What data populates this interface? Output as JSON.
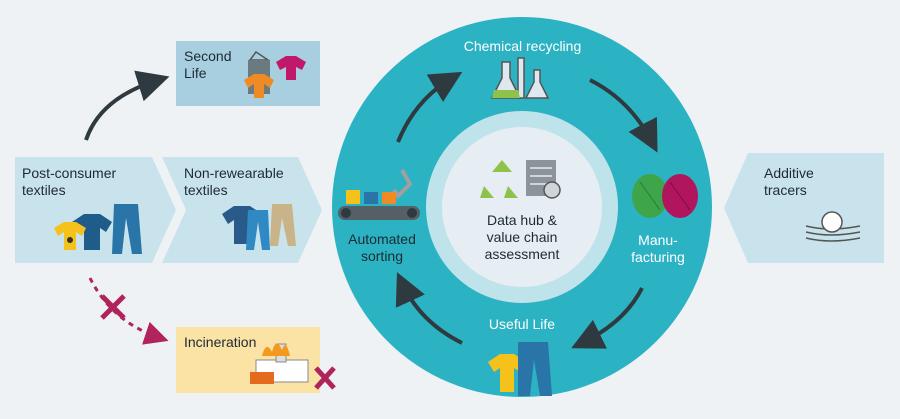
{
  "colors": {
    "background": "#eef2f5",
    "ring": "#2bb3c3",
    "inner_circle": "#e6eef3",
    "inner_ring": "#bfe3ea",
    "chevron": "#c9e3ec",
    "second_life_box": "#a7cfe0",
    "incineration_box": "#fbe3a6",
    "arrow": "#2f3a40",
    "dashed_arrow": "#b0235c",
    "cross": "#b0235c"
  },
  "nodes": {
    "post_consumer": {
      "line1": "Post-consumer",
      "line2": "textiles",
      "icon": "clothing-pile-icon"
    },
    "non_rewearable": {
      "line1": "Non-rewearable",
      "line2": "textiles",
      "icon": "worn-clothing-icon"
    },
    "second_life": {
      "line1": "Second",
      "line2": "Life",
      "icon": "hanger-clothes-icon"
    },
    "incineration": {
      "label": "Incineration",
      "icon": "incinerator-icon"
    },
    "chemical_recycling": {
      "label": "Chemical recycling",
      "icon": "lab-flasks-icon"
    },
    "manufacturing": {
      "line1": "Manu-",
      "line2": "facturing",
      "icon": "yarn-spools-icon"
    },
    "useful_life": {
      "label": "Useful Life",
      "icon": "tshirt-jeans-icon"
    },
    "automated_sorting": {
      "line1": "Automated",
      "line2": "sorting",
      "icon": "conveyor-robot-icon"
    },
    "data_hub": {
      "line1": "Data hub &",
      "line2": "value chain",
      "line3": "assessment",
      "icon": "recycle-server-icon"
    },
    "additive_tracers": {
      "line1": "Additive",
      "line2": "tracers",
      "icon": "tracer-fiber-icon"
    }
  }
}
